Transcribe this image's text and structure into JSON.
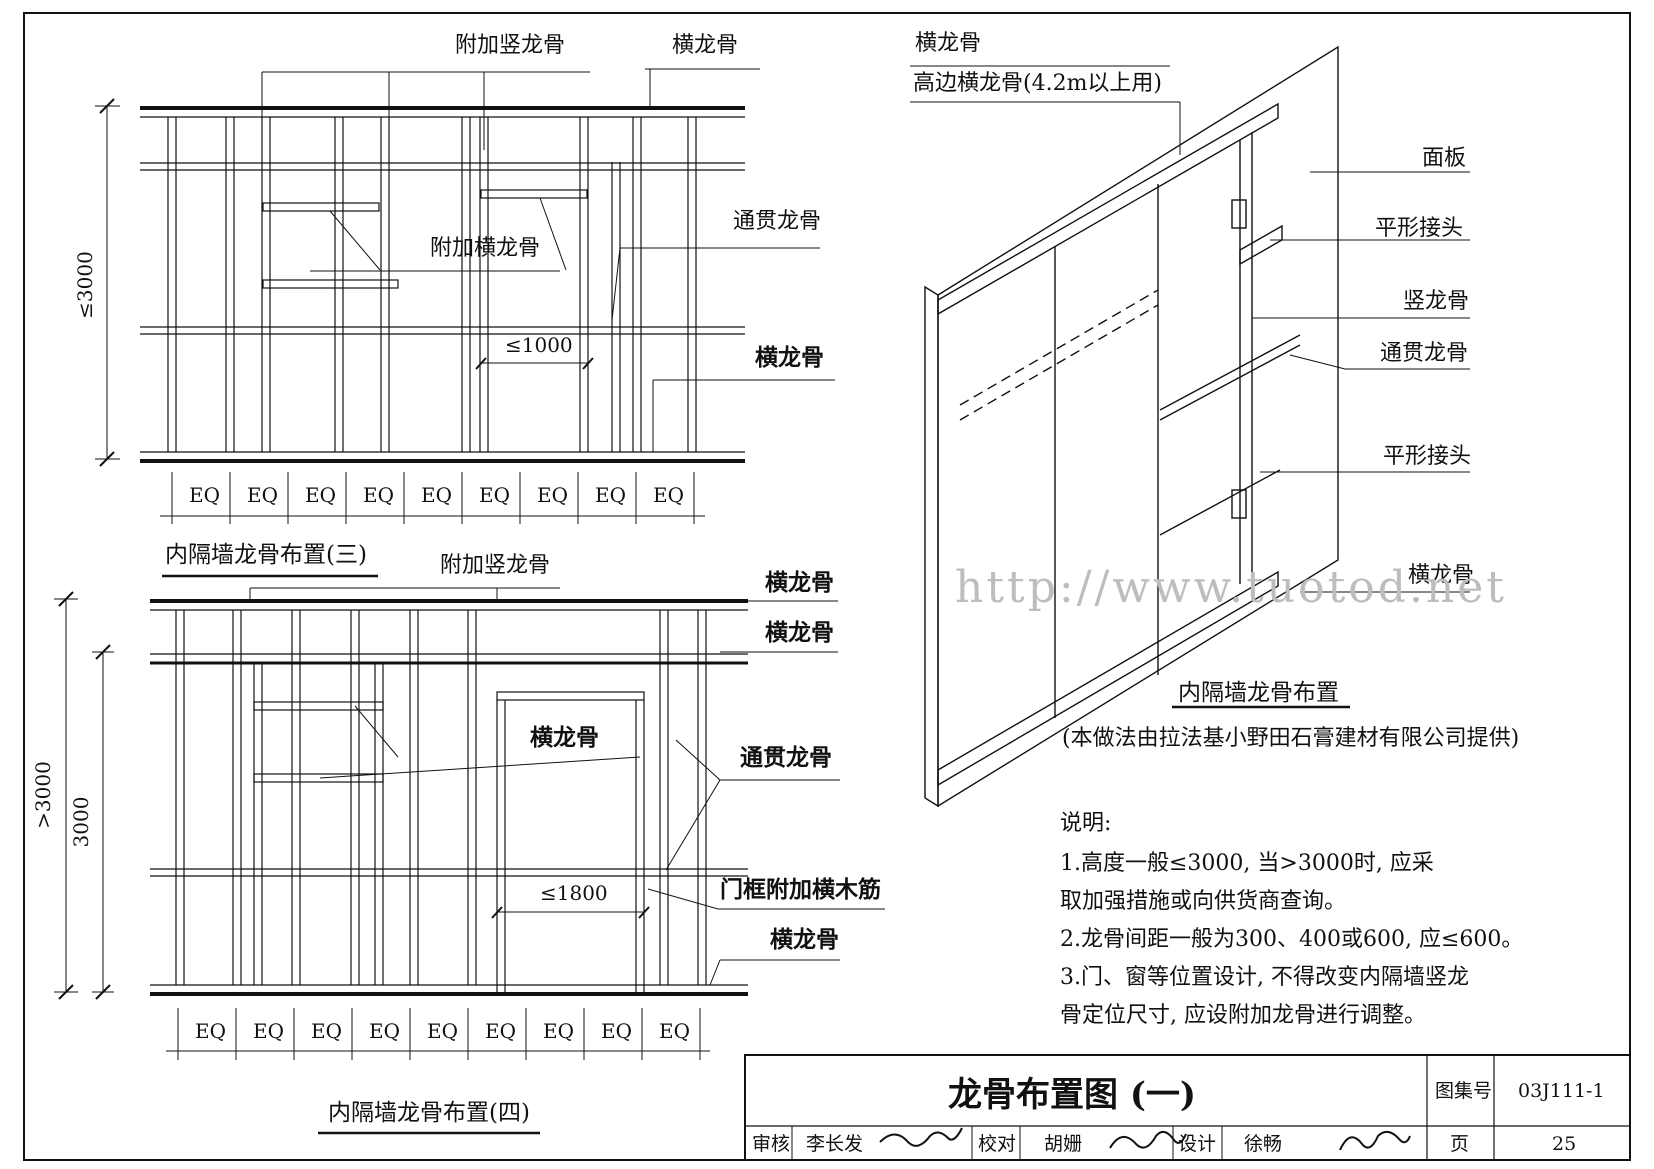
{
  "wall3": {
    "title": "内隔墙龙骨布置(三)",
    "labels": {
      "additional_vertical": "附加竖龙骨",
      "top_track": "横龙骨",
      "through_channel": "通贯龙骨",
      "additional_horizontal": "附加横龙骨",
      "bottom_track": "横龙骨"
    },
    "height_dim": "≤3000",
    "spacing_dim": "≤1000",
    "eq": [
      "EQ",
      "EQ",
      "EQ",
      "EQ",
      "EQ",
      "EQ",
      "EQ",
      "EQ",
      "EQ"
    ]
  },
  "wall4": {
    "title": "内隔墙龙骨布置(四)",
    "labels": {
      "additional_vertical": "附加竖龙骨",
      "top_track_1": "横龙骨",
      "top_track_2": "横龙骨",
      "header_track": "横龙骨",
      "through_channel": "通贯龙骨",
      "door_frame_wood": "门框附加横木筋",
      "bottom_track": "横龙骨"
    },
    "height_dim_outer": ">3000",
    "height_dim_inner": "3000",
    "spacing_dim": "≤1800",
    "eq": [
      "EQ",
      "EQ",
      "EQ",
      "EQ",
      "EQ",
      "EQ",
      "EQ",
      "EQ",
      "EQ"
    ]
  },
  "iso": {
    "labels": {
      "top_track": "横龙骨",
      "high_track": "高边横龙骨(4.2m以上用)",
      "panel": "面板",
      "flat_joint_1": "平形接头",
      "vertical_stud": "竖龙骨",
      "through_channel": "通贯龙骨",
      "flat_joint_2": "平形接头",
      "bottom_track": "横龙骨"
    },
    "title": "内隔墙龙骨布置",
    "subtitle": "(本做法由拉法基小野田石膏建材有限公司提供)"
  },
  "notes": {
    "heading": "说明:",
    "lines": [
      "1.高度一般≤3000, 当>3000时, 应采",
      "取加强措施或向供货商查询。",
      "2.龙骨间距一般为300、400或600, 应≤600。",
      "3.门、窗等位置设计, 不得改变内隔墙竖龙",
      "骨定位尺寸, 应设附加龙骨进行调整。"
    ]
  },
  "watermark": "http://www.tuotod.net",
  "title_block": {
    "drawing_title": "龙骨布置图 (一)",
    "atlas_no_label": "图集号",
    "atlas_no": "03J111-1",
    "page_label": "页",
    "page": "25",
    "review_label": "审核",
    "reviewer": "李长发",
    "check_label": "校对",
    "checker": "胡姗",
    "design_label": "设计",
    "designer": "徐畅"
  }
}
